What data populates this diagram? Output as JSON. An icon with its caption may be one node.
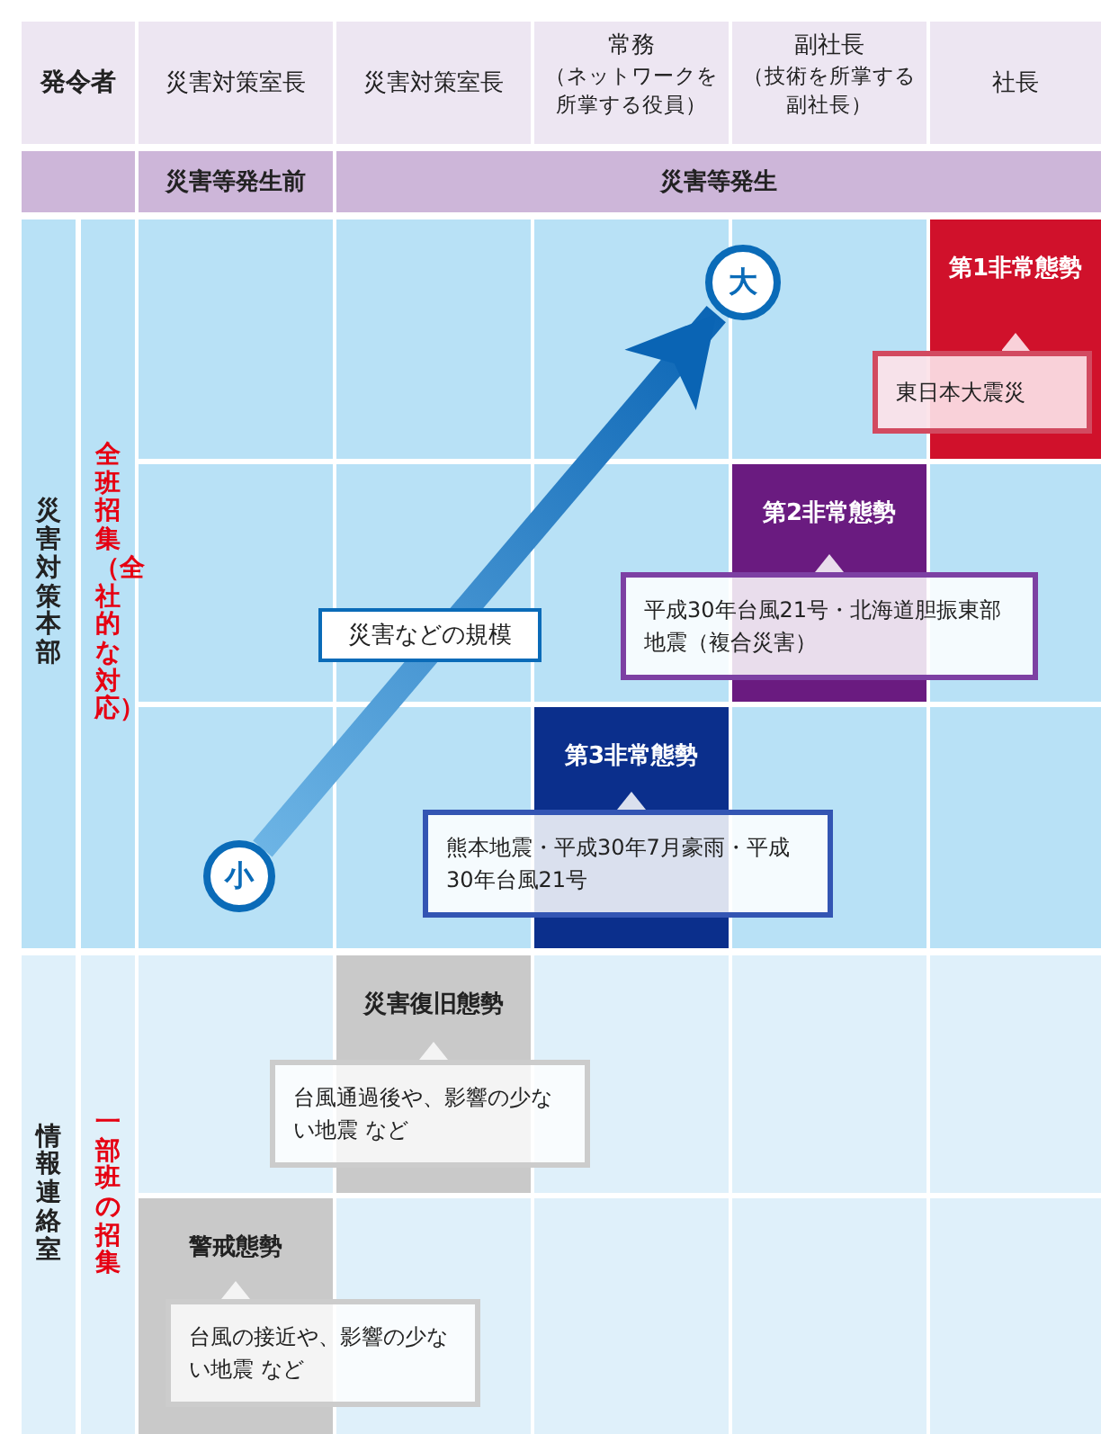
{
  "diagram": {
    "nodes": [
      {
        "text": [
          "小"
        ]
      },
      {
        "text": [
          "大"
        ]
      },
      {
        "text": [
          "第1非常態勢",
          "東日本大震災"
        ]
      },
      {
        "text": [
          "第2非常態勢",
          "平成30年台風21号・北海道胆振東部地震（複合災害）"
        ]
      },
      {
        "text": [
          "第3非常態勢",
          "熊本地震・平成30年7月豪雨・平成30年台風21号"
        ]
      },
      {
        "text": [
          "災害復旧態勢",
          "台風通過後や、影響の少ない地震 など"
        ]
      },
      {
        "text": [
          "警戒態勢",
          "台風の接近や、影響の少ない地震 など"
        ]
      }
    ],
    "edges": [
      {
        "from": 0,
        "to": 1,
        "arrow": "to",
        "label": "災害などの規模",
        "style": "thick"
      }
    ],
    "labels": [
      "発令者",
      "災害対策室長",
      "災害対策室長",
      "常務",
      "（ネットワークを所掌する役員）",
      "副社長",
      "（技術を所掌する副社長）",
      "社長",
      "災害等発生前",
      "災害等発生",
      "災害対策本部",
      "全班招集（全社的な対応）",
      "情報連絡室",
      "一部班の招集"
    ]
  }
}
